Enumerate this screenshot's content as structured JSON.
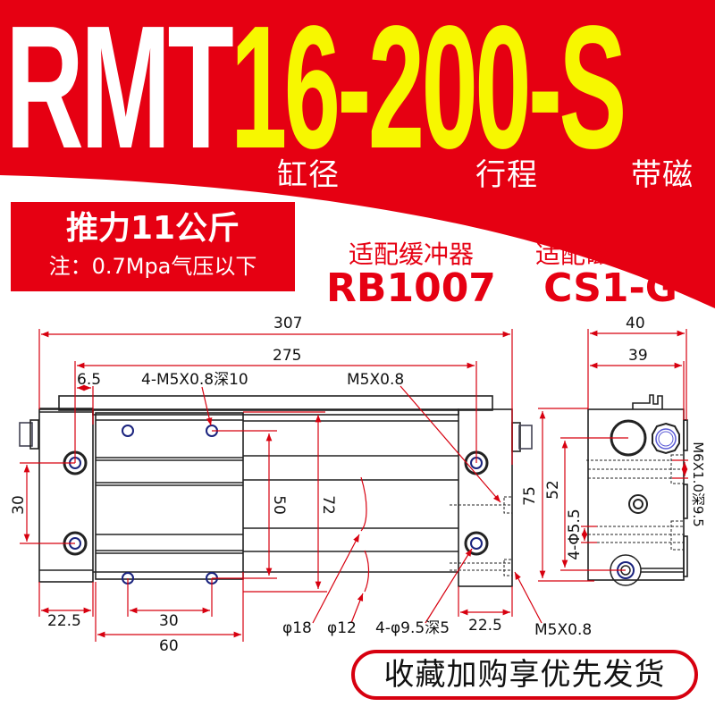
{
  "header": {
    "model_prefix": "RMT",
    "model_spec": "16-200-S",
    "labels": [
      {
        "text": "缸径",
        "meaning": "bore"
      },
      {
        "text": "行程",
        "meaning": "stroke"
      },
      {
        "text": "带磁",
        "meaning": "magnetic"
      }
    ]
  },
  "thrust": {
    "title": "推力11公斤",
    "note": "注：0.7Mpa气压以下"
  },
  "accessories": [
    {
      "label": "适配缓冲器",
      "code": "RB1007"
    },
    {
      "label": "适配磁性开关",
      "code": "CS1-G"
    }
  ],
  "drawing": {
    "dimensions": {
      "overall_length": "307",
      "body_length": "275",
      "end_offset": "6.5",
      "top_thread": "4-M5X0.8深10",
      "port_thread_top": "M5X0.8",
      "side_pitch": "30",
      "mount_height_inner": "50",
      "mount_height_outer": "72",
      "end_width_left": "22.5",
      "hole_pitch": "30",
      "slider_length": "60",
      "rod_dia_large": "φ18",
      "rod_dia_small": "φ12",
      "counterbore": "4-φ9.5深5",
      "end_width_right": "22.5",
      "port_thread_bottom": "M5X0.8",
      "end_view_width": "40",
      "end_view_width_inner": "39",
      "end_view_height": "75",
      "end_view_hole_pitch": "52",
      "end_view_thru_hole": "4-Φ5.5",
      "end_view_thread": "M6X1.0深9.5"
    }
  },
  "promo": {
    "text": "收藏加购享优先发货"
  },
  "colors": {
    "brand_red": "#e60012",
    "title_yellow": "#f7f700",
    "dimension_red": "#d7000f",
    "line_dark": "#222222"
  }
}
